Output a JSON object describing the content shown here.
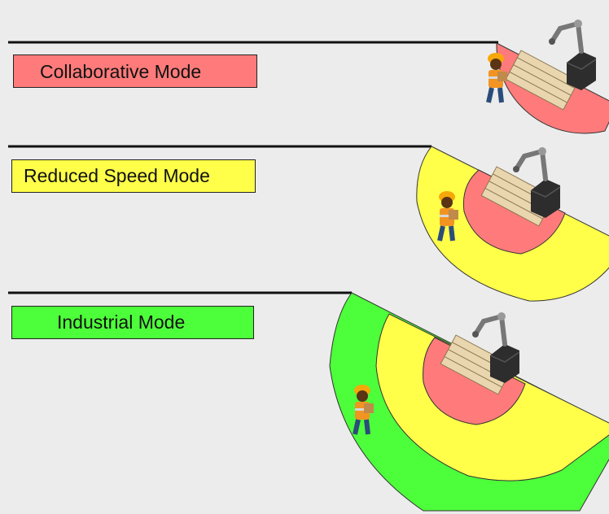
{
  "modes": [
    {
      "label": "Collaborative Mode",
      "color": "#ff7b7b",
      "zones": [
        "red"
      ]
    },
    {
      "label": "Reduced Speed Mode",
      "color": "#ffff4a",
      "zones": [
        "yellow",
        "red"
      ]
    },
    {
      "label": "Industrial Mode",
      "color": "#4dff3a",
      "zones": [
        "green",
        "yellow",
        "red"
      ]
    }
  ],
  "colors": {
    "red": "#ff7b7b",
    "yellow": "#ffff4a",
    "green": "#4dff3a",
    "line": "#111111",
    "background": "#ececec"
  },
  "icons": [
    "collaborative-robot-icon",
    "pallet-icon",
    "worker-icon"
  ]
}
